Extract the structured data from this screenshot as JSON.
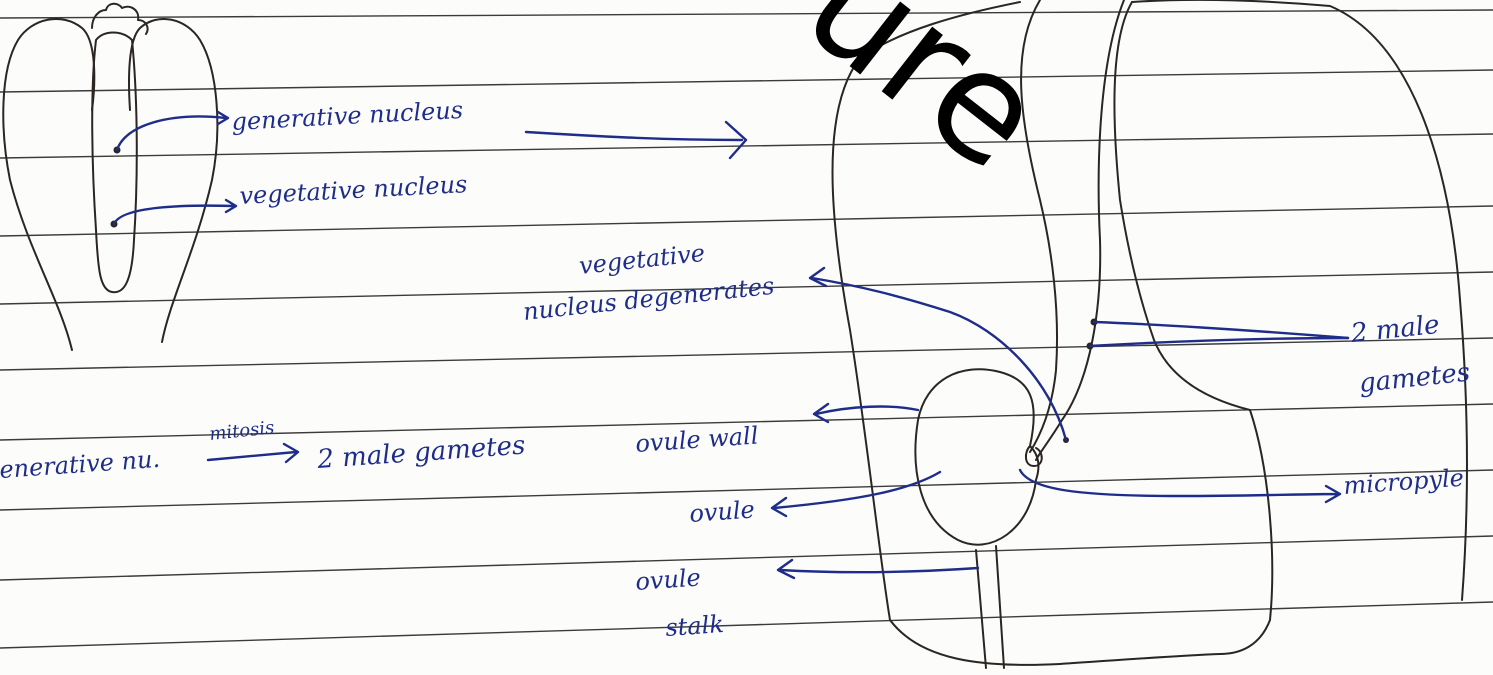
{
  "watermark": "ure",
  "labels": {
    "generative_nucleus": "generative nucleus",
    "vegetative_nucleus": "vegetative nucleus",
    "vegetative_degenerates_line1": "vegetative",
    "vegetative_degenerates_line2": "nucleus degenerates",
    "two_male_gametes_line1": "2 male",
    "two_male_gametes_line2": "gametes",
    "equation_left": "enerative nu.",
    "equation_arrow_label": "mitosis",
    "equation_right": "2 male gametes",
    "ovule_wall": "ovule wall",
    "ovule": "ovule",
    "micropyle": "micropyle",
    "ovule_stalk_line1": "ovule",
    "ovule_stalk_line2": "stalk"
  },
  "colors": {
    "paper": "#fcfcfb",
    "ruled_line": "#3b3b3b",
    "pencil": "#2a2622",
    "blue_ink": "#1f2d8a"
  }
}
